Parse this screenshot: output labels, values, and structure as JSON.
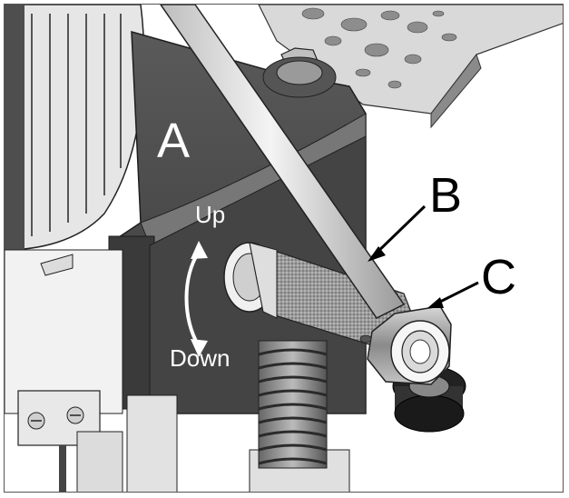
{
  "labels": {
    "a": "A",
    "b": "B",
    "c": "C",
    "up": "Up",
    "down": "Down"
  },
  "colors": {
    "housing": "#4a4a4a",
    "housing_dark": "#2e2e2e",
    "housing_light": "#6e6e6e",
    "bar": "#e8e8e8",
    "label_dark": "#000000",
    "label_light": "#ffffff"
  }
}
